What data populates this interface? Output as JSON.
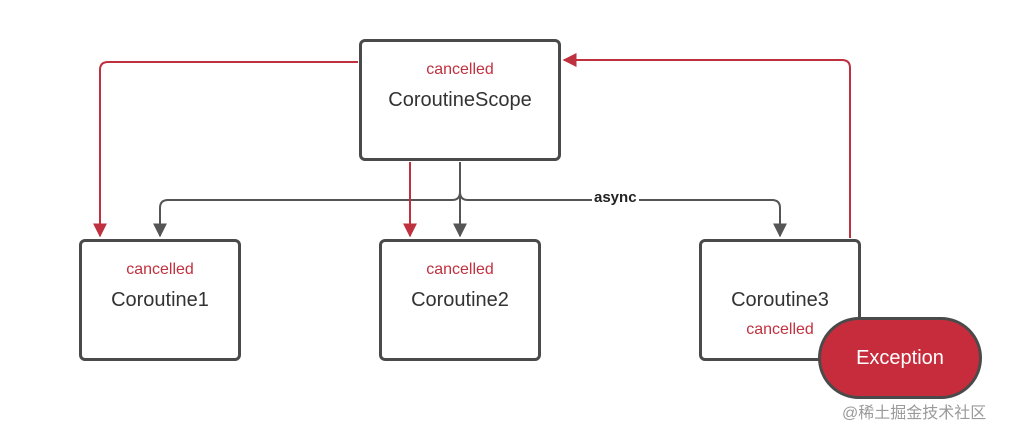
{
  "nodes": {
    "scope": {
      "title": "CoroutineScope",
      "status": "cancelled"
    },
    "coroutine1": {
      "title": "Coroutine1",
      "status": "cancelled"
    },
    "coroutine2": {
      "title": "Coroutine2",
      "status": "cancelled"
    },
    "coroutine3": {
      "title": "Coroutine3",
      "status": "cancelled"
    },
    "exception": {
      "label": "Exception"
    }
  },
  "edge_labels": {
    "async": "async"
  },
  "watermark": "@稀土掘金技术社区",
  "colors": {
    "cancel_red": "#c0313f",
    "exception_fill": "#c72c3c",
    "arrow_gray": "#555555",
    "border_gray": "#4a4a4a"
  }
}
